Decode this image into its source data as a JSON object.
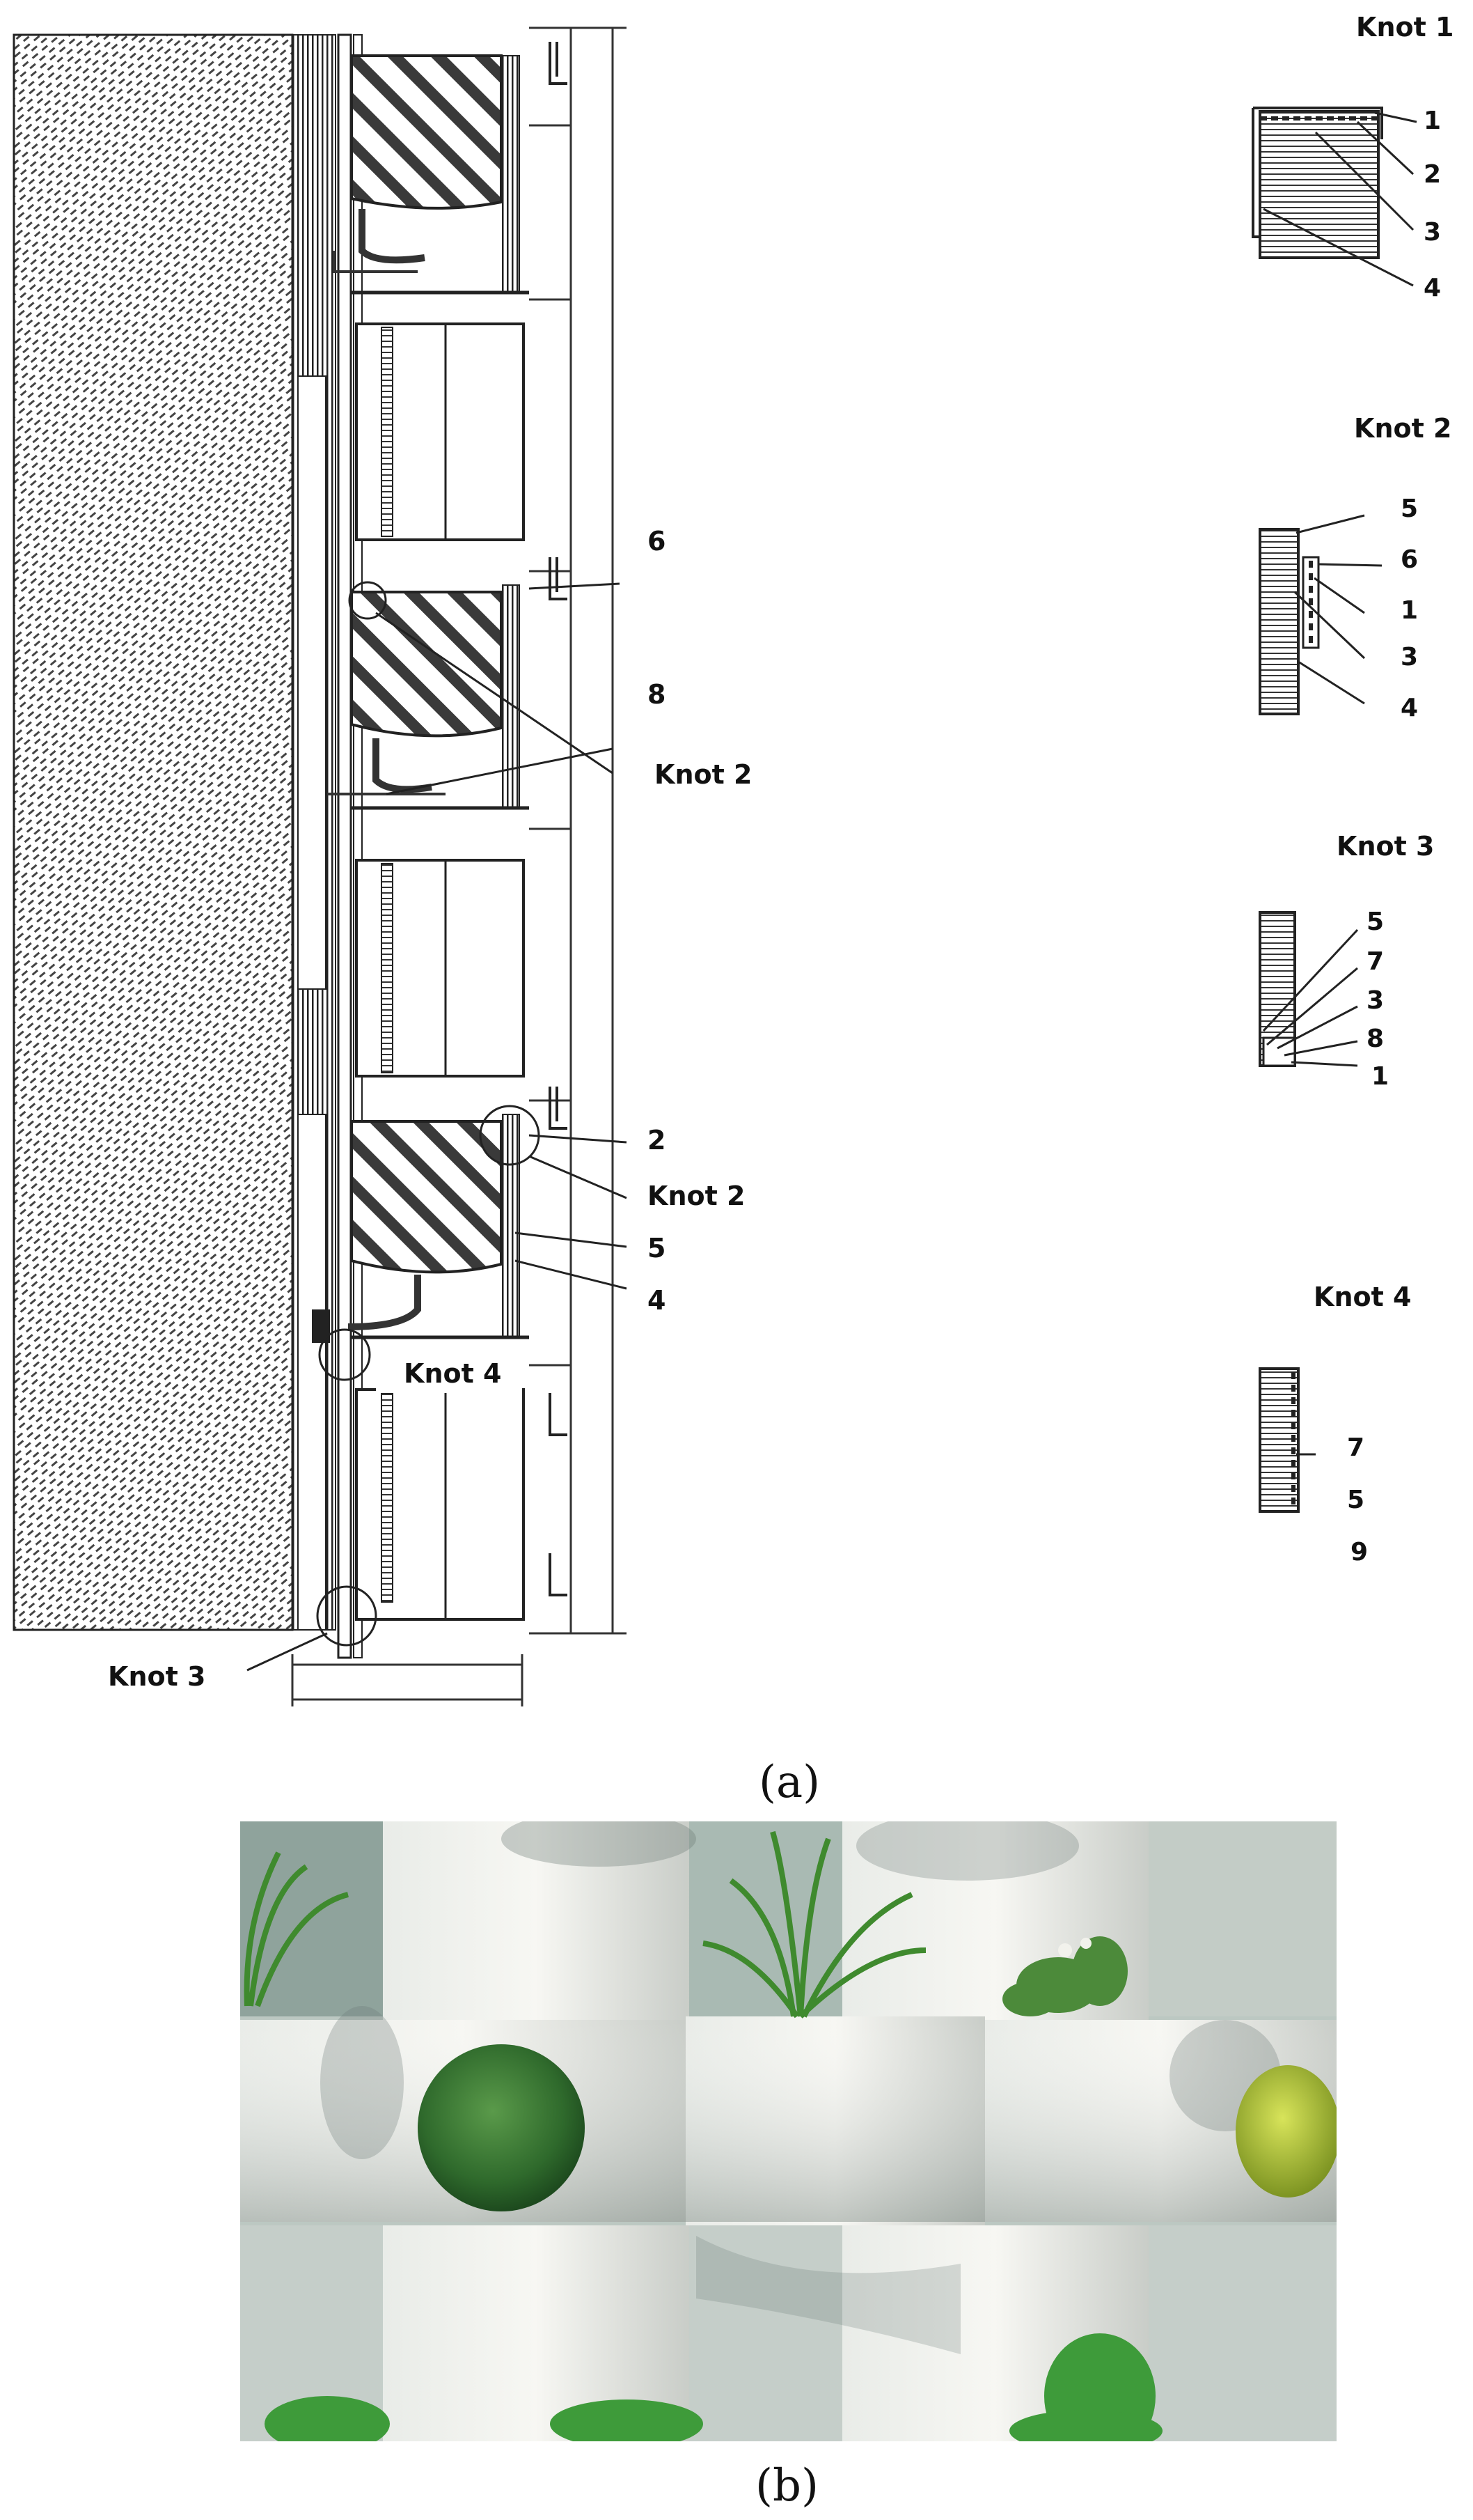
{
  "section_a": {
    "caption": "(a)",
    "callouts": {
      "c6": "6",
      "c8": "8",
      "knot2_upper": "Knot 2",
      "c2": "2",
      "knot2_lower": "Knot 2",
      "c5": "5",
      "c4": "4",
      "knot4": "Knot 4",
      "knot3": "Knot 3"
    },
    "knots": [
      {
        "title": "Knot 1",
        "labels": [
          "1",
          "2",
          "3",
          "4"
        ]
      },
      {
        "title": "Knot 2",
        "labels": [
          "5",
          "6",
          "1",
          "3",
          "4"
        ]
      },
      {
        "title": "Knot 3",
        "labels": [
          "5",
          "7",
          "3",
          "8",
          "1"
        ]
      },
      {
        "title": "Knot 4",
        "labels": [
          "7",
          "5",
          "9"
        ]
      }
    ]
  },
  "section_b": {
    "caption": "(b)"
  }
}
